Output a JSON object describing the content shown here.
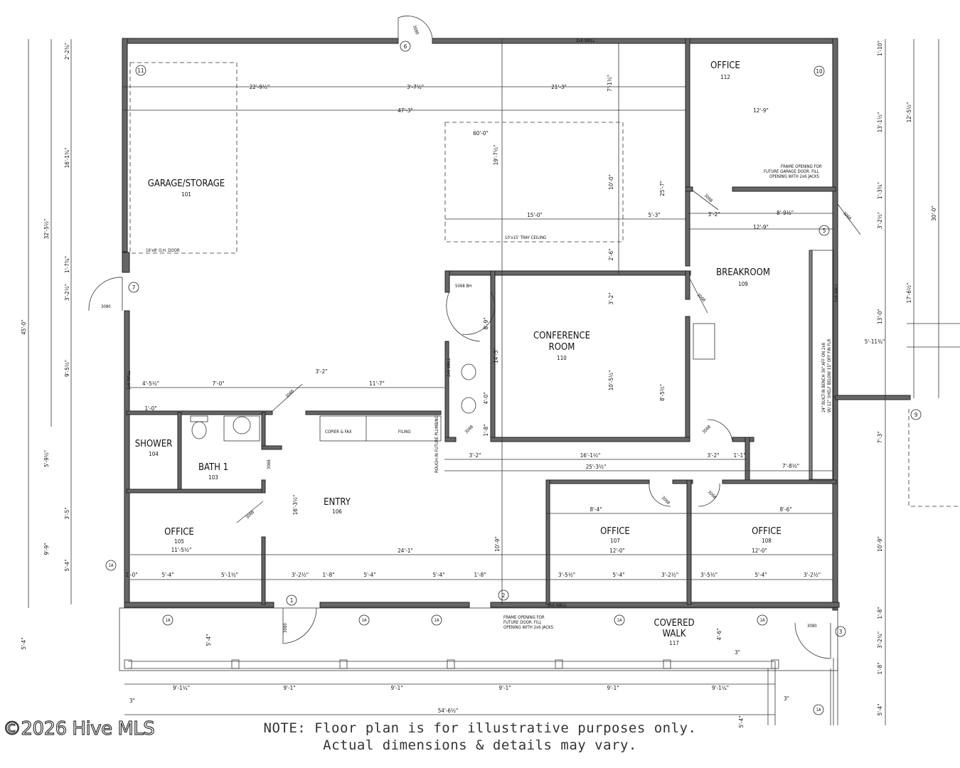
{
  "rooms": {
    "garage": {
      "name": "GARAGE/STORAGE",
      "num": "101"
    },
    "office_top": {
      "name": "OFFICE",
      "num": "112"
    },
    "breakroom": {
      "name": "BREAKROOM",
      "num": "109"
    },
    "conference_1": {
      "name": "CONFERENCE",
      "name2": "ROOM",
      "num": "110"
    },
    "shower": {
      "name": "SHOWER",
      "num": "104"
    },
    "bath": {
      "name": "BATH 1",
      "num": "103"
    },
    "entry": {
      "name": "ENTRY",
      "num": "106"
    },
    "office_left": {
      "name": "OFFICE",
      "num": "105"
    },
    "office_mid": {
      "name": "OFFICE",
      "num": "107"
    },
    "office_right": {
      "name": "OFFICE",
      "num": "108"
    },
    "covered_walk": {
      "name": "COVERED",
      "name2": "WALK",
      "num": "117"
    }
  },
  "markers": [
    "11",
    "6",
    "10",
    "5",
    "7",
    "9",
    "1A",
    "1",
    "2",
    "3"
  ],
  "labels": {
    "wall_2x6": "2x6 WALL",
    "door_3080": "3080",
    "door_3068": "3068",
    "door_5068": "5068 BH",
    "oh_door": "16'x8' O.H. DOOR",
    "tray_ceiling": "10'x15' TRAY CEILING",
    "copier": "COPIER & FAX",
    "filing": "FILING",
    "rough_in": "ROUGH-IN FUTURE PLUMBING",
    "frame_garage_1": "FRAME OPENING FOR",
    "frame_garage_2": "FUTURE GARAGE DOOR. FILL",
    "frame_garage_3": "OPENING WITH 2x6 JACKS",
    "frame_door_1": "FRAME OPENING FOR",
    "frame_door_2": "FUTURE DOOR. FILL",
    "frame_door_3": "OPENING WITH 2x6 JACKS",
    "bench_1": "24\" BUILT-IN BENCH 36\" AFF ON 2x8",
    "bench_2": "W/ 12\" SHELF BELOW 15\" OFF FIN FLR",
    "wall_2x6_v": "2x6 WALL",
    "wall_2x6_v2": "2x6 WALL",
    "wall_2x6_v3": "2x6 WALL"
  },
  "dimensions": {
    "overall_w": "47'-3\"",
    "overall_h": "45'-0\"",
    "d_22_9": "22'-9½\"",
    "d_21_3": "21'-3\"",
    "d_3_7": "3'-7½\"",
    "d_7_1": "7'-1½\"",
    "d_60": "60'-0\"",
    "d_19_7": "19'-7½\"",
    "d_10_0": "10'-0\"",
    "d_25_7": "25'-7\"",
    "d_15_0": "15'-0\"",
    "d_5_3": "5'-3\"",
    "d_12_9a": "12'-9\"",
    "d_12_9b": "12'-9\"",
    "d_3_2a": "3'-2\"",
    "d_8_9": "8'-9½\"",
    "d_2_6": "2'-6\"",
    "d_3_2b": "3'-2\"",
    "d_8_9b": "8'-9\"",
    "d_14_5": "14'-5\"",
    "d_10_5": "10'-5½\"",
    "d_8_5": "8'-5½\"",
    "d_4_0": "4'-0\"",
    "d_1_8": "1'-8\"",
    "d_16_1": "16'-1½\"",
    "d_25_3": "25'-3½\"",
    "d_3_2c": "3'-2\"",
    "d_3_2d": "3'-2\"",
    "d_1_1": "1'-1\"",
    "d_7_8": "7'-8½\"",
    "d_4_5": "4'-5½\"",
    "d_7_0": "7'-0\"",
    "d_11_7": "11'-7\"",
    "d_3_2e": "3'-2\"",
    "d_1_0": "1'-0\"",
    "d_16_3": "16'-3½\"",
    "d_24_1": "24'-1\"",
    "d_10_9": "10'-9\"",
    "d_11_5": "11'-5½\"",
    "d_12_0a": "12'-0\"",
    "d_12_0b": "12'-0\"",
    "d_8_4": "8'-4\"",
    "d_8_6": "8'-6\"",
    "d_5_4a": "5'-4\"",
    "d_5_4b": "5'-4\"",
    "d_5_4c": "5'-4\"",
    "d_5_4d": "5'-4\"",
    "d_5_4e": "5'-4\"",
    "d_5_1": "5'-1½\"",
    "d_1_8b": "1'-8\"",
    "d_1_8c": "1'-8\"",
    "d_3_2f": "3'-2½\"",
    "d_3_5": "3'-5½\"",
    "d_3_2g": "3'-2½\"",
    "d_3_5b": "3'-5½\"",
    "d_3_2h": "3'-2½\"",
    "d_9_1a": "9'-1¼\"",
    "d_9_1b": "9'-1\"",
    "d_9_1c": "9'-1\"",
    "d_9_1d": "9'-1\"",
    "d_9_1e": "9'-1\"",
    "d_9_1f": "9'-1¼\"",
    "d_54_6": "54'-6½\"",
    "d_3a": "3\"",
    "d_3b": "3\"",
    "d_3c": "3\"",
    "d_5_4side": "5'-4\"",
    "d_5_4side2": "5'-4\"",
    "d_4_6": "4'-6\"",
    "d_2_2": "2'-2¾\"",
    "d_16_1left": "16'-1¾\"",
    "d_32_5": "32'-5½\"",
    "d_1_7": "1'-7¾\"",
    "d_3_2left": "3'-2½\"",
    "d_9_5": "9'-5½\"",
    "d_5_9": "5'-9½\"",
    "d_3_5left": "3'-5\"",
    "d_5_4left": "5'-4\"",
    "d_9_9": "9'-9\"",
    "d_1_0b": "1'-0\"",
    "d_5_4bot": "5'-4\"",
    "d_1_10": "1'-10\"",
    "d_13_1": "13'-1½\"",
    "d_12_5": "12'-5½\"",
    "d_30_0": "30'-0\"",
    "d_17_6": "17'-6½\"",
    "d_13_0": "13'-0\"",
    "d_5_11": "5'-11¾\"",
    "d_7_3": "7'-3\"",
    "d_10_9r": "10'-9\"",
    "d_3_2r": "3'-2¾\"",
    "d_1_8r": "1'-8\"",
    "d_5_4r": "5'-4\"",
    "d_1_3": "1'-3¾\"",
    "d_3_2top": "3'-2½\"",
    "d_1_8top": "1'-8\""
  },
  "watermark": "©2026 Hive MLS",
  "note": {
    "line1": "NOTE: Floor plan is for illustrative purposes only.",
    "line2": "Actual dimensions & details may vary."
  }
}
